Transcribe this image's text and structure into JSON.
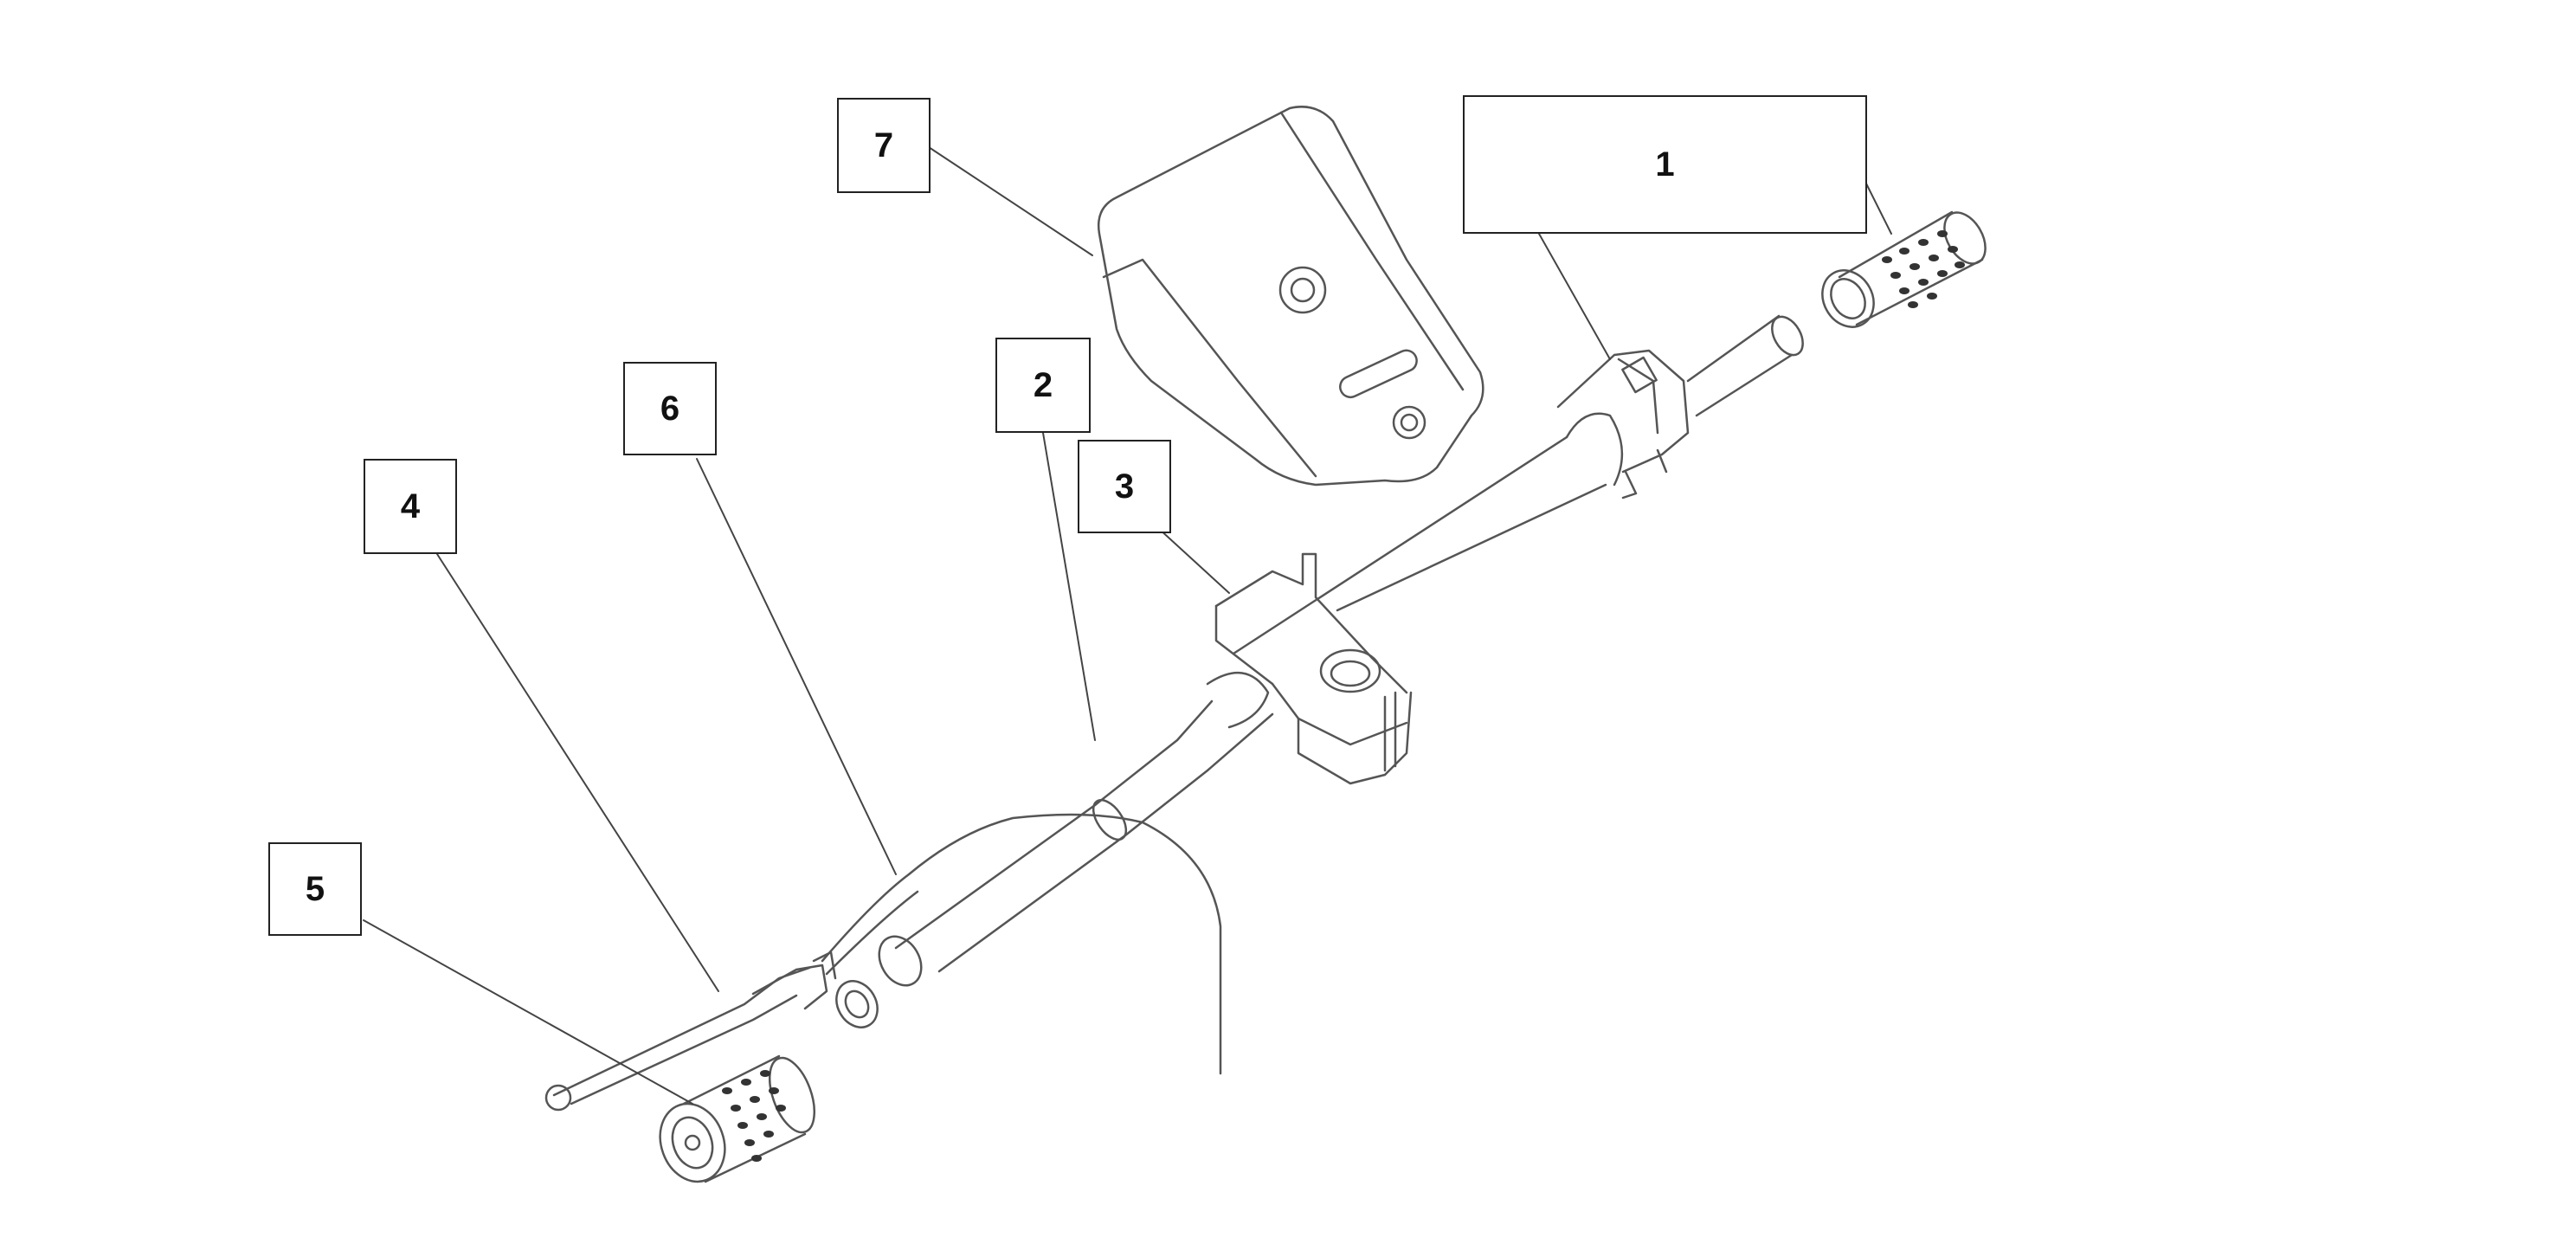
{
  "diagram": {
    "line_color": "#555555",
    "callouts": [
      {
        "id": "1",
        "label": "1"
      },
      {
        "id": "2",
        "label": "2"
      },
      {
        "id": "3",
        "label": "3"
      },
      {
        "id": "4",
        "label": "4"
      },
      {
        "id": "5",
        "label": "5"
      },
      {
        "id": "6",
        "label": "6"
      },
      {
        "id": "7",
        "label": "7"
      }
    ]
  }
}
